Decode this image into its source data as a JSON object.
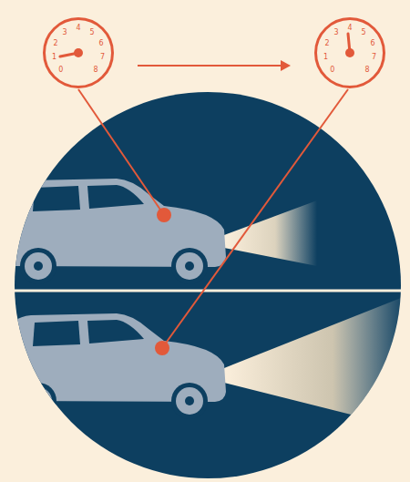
{
  "diagram": {
    "nodes": [
      {
        "text": [
          "0",
          "1",
          "2",
          "3",
          "4",
          "5",
          "6",
          "7",
          "8"
        ]
      },
      {
        "text": [
          "0",
          "1",
          "2",
          "3",
          "4",
          "5",
          "6",
          "7",
          "8"
        ]
      }
    ],
    "edges": [
      {
        "from": 0,
        "to": 1,
        "arrow": "to"
      }
    ]
  }
}
